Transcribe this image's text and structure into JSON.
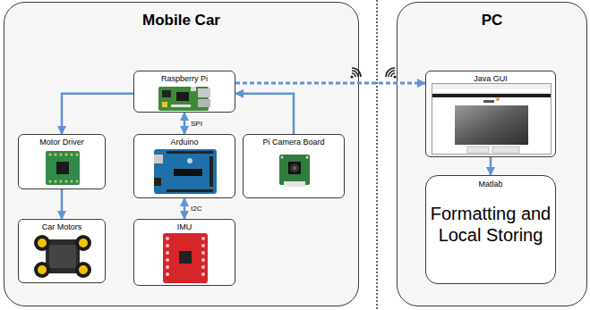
{
  "diagram": {
    "nodes": [
      {
        "text": [
          "Mobile Car"
        ]
      },
      {
        "text": [
          "Raspberry Pi"
        ],
        "in": 0
      },
      {
        "text": [
          "Motor Driver"
        ],
        "in": 0
      },
      {
        "text": [
          "Arduino"
        ],
        "in": 0
      },
      {
        "text": [
          "Pi Camera Board"
        ],
        "in": 0
      },
      {
        "text": [
          "Car Motors"
        ],
        "in": 0
      },
      {
        "text": [
          "IMU"
        ],
        "in": 0
      },
      {
        "text": [
          "PC"
        ]
      },
      {
        "text": [
          "Java GUI"
        ],
        "in": 7
      },
      {
        "text": [
          "Matlab",
          "Formatting and Local Storing"
        ],
        "in": 7
      }
    ],
    "edges": [
      {
        "from": 1,
        "to": 8,
        "arrow": "to"
      },
      {
        "from": 1,
        "to": 2,
        "arrow": "to"
      },
      {
        "from": 1,
        "to": 3,
        "arrow": "both",
        "label": "SPI"
      },
      {
        "from": 4,
        "to": 1,
        "arrow": "to"
      },
      {
        "from": 2,
        "to": 5,
        "arrow": "to"
      },
      {
        "from": 3,
        "to": 6,
        "arrow": "both",
        "label": "I2C"
      },
      {
        "from": 8,
        "to": 9,
        "arrow": "to"
      }
    ]
  }
}
